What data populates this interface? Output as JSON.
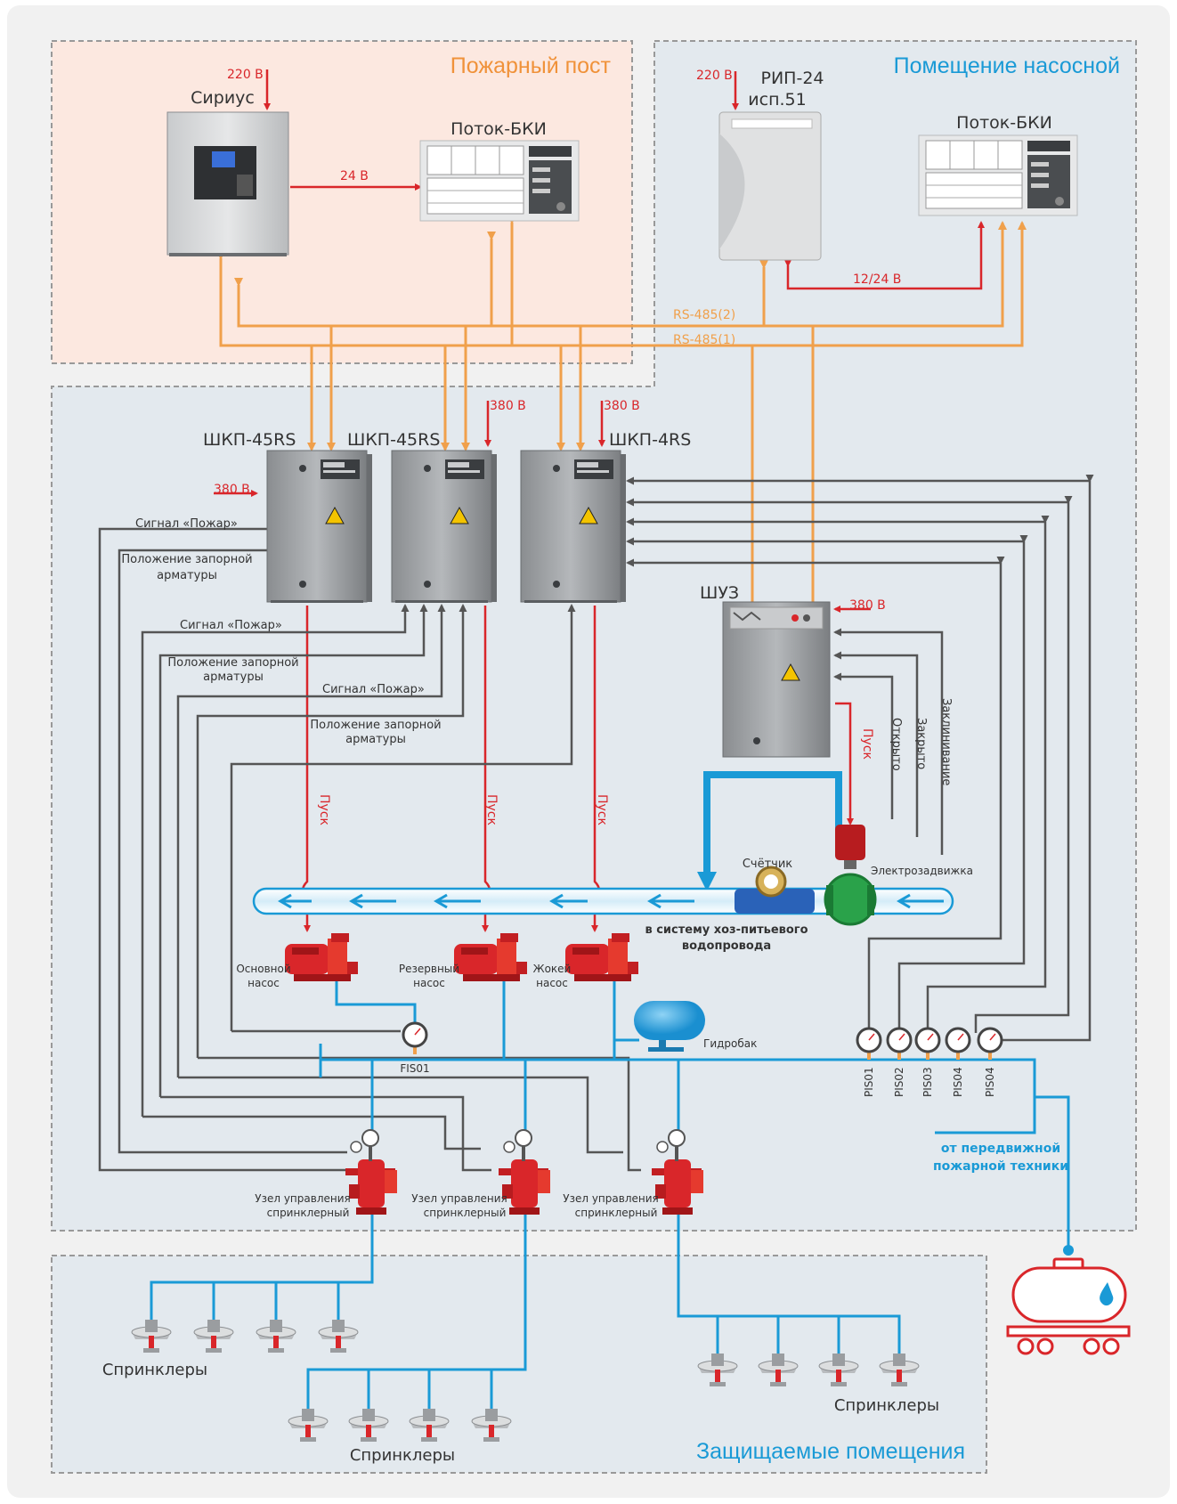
{
  "zones": {
    "fire_post": "Пожарный пост",
    "pump_room": "Помещение насосной",
    "protected": "Защищаемые помещения"
  },
  "devices": {
    "sirius": "Сириус",
    "potok_bki_1": "Поток-БКИ",
    "potok_bki_2": "Поток-БКИ",
    "rip_line1": "РИП-24",
    "rip_line2": "исп.51",
    "shkp1": "ШКП-45RS",
    "shkp2": "ШКП-45RS",
    "shkp3": "ШКП-4RS",
    "shuz": "ШУЗ"
  },
  "power": {
    "v220_a": "220 В",
    "v220_b": "220 В",
    "v24": "24 В",
    "v1224": "12/24 В",
    "v380_a": "380 В",
    "v380_b": "380 В",
    "v380_c": "380 В",
    "v380_d": "380 В"
  },
  "buses": {
    "rs485_2": "RS-485(2)",
    "rs485_1": "RS-485(1)"
  },
  "signals": {
    "fire_1": "Сигнал «Пожар»",
    "valve_pos_1a": "Положение запорной",
    "valve_pos_1b": "арматуры",
    "fire_2": "Сигнал «Пожар»",
    "valve_pos_2a": "Положение запорной",
    "valve_pos_2b": "арматуры",
    "fire_3": "Сигнал «Пожар»",
    "valve_pos_3a": "Положение запорной",
    "valve_pos_3b": "арматуры",
    "start_1": "Пуск",
    "start_2": "Пуск",
    "start_3": "Пуск",
    "start_4": "Пуск",
    "opened": "Открыто",
    "closed": "Закрыто",
    "jam": "Заклинивание"
  },
  "equipment": {
    "meter": "Счётчик",
    "electro_valve": "Электрозадвижка",
    "water_main_a": "в систему хоз-питьевого",
    "water_main_b": "водопровода",
    "pump_main_a": "Основной",
    "pump_main_b": "насос",
    "pump_reserve_a": "Резервный",
    "pump_reserve_b": "насос",
    "pump_jockey_a": "Жокей",
    "pump_jockey_b": "насос",
    "tank": "Гидробак",
    "fis01": "FIS01",
    "pis": [
      "PIS01",
      "PIS02",
      "PIS03",
      "PIS04",
      "PIS04"
    ],
    "node_a": "Узел управления",
    "node_b": "спринклерный",
    "mobile_a": "от передвижной",
    "mobile_b": "пожарной техники"
  },
  "sprinklers": {
    "group1": "Спринклеры",
    "group2": "Спринклеры",
    "group3": "Спринклеры"
  },
  "colors": {
    "power": "#d9262a",
    "rs485": "#f0a04b",
    "signal": "#555555",
    "water": "#1a9ad6",
    "fire_post_bg": "#fce8e0",
    "pump_room_bg": "#e3e9ee"
  }
}
